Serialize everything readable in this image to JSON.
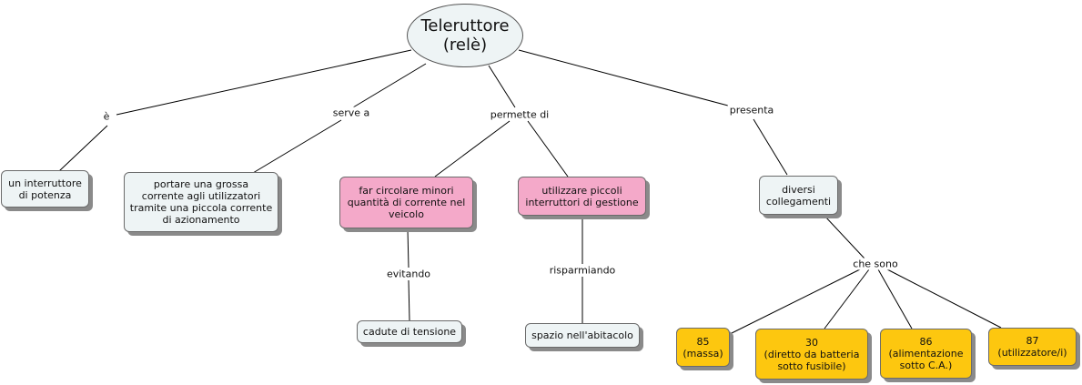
{
  "root": {
    "label": "Teleruttore\n(relè)"
  },
  "links": {
    "e": "è",
    "serve_a": "serve a",
    "permette_di": "permette di",
    "presenta": "presenta",
    "evitando": "evitando",
    "risparmiando": "risparmiando",
    "che_sono": "che sono"
  },
  "nodes": {
    "interruttore": "un interruttore\ndi potenza",
    "portare": "portare una grossa\ncorrente agli utilizzatori\ntramite una piccola corrente\ndi azionamento",
    "circolare": "far circolare minori\nquantità di corrente nel\nveicolo",
    "piccoli": "utilizzare piccoli\ninterruttori di gestione",
    "collegamenti": "diversi\ncollegamenti",
    "cadute": "cadute di tensione",
    "spazio": "spazio nell'abitacolo",
    "t85": "85\n(massa)",
    "t30": "30\n(diretto da batteria\nsotto fusibile)",
    "t86": "86\n(alimentazione\nsotto C.A.)",
    "t87": "87\n(utilizzatore/i)"
  },
  "colors": {
    "plain_fill": "#eef4f5",
    "highlight_fill": "#f4a9c9",
    "terminal_fill": "#fdc70f",
    "line": "#000000"
  }
}
